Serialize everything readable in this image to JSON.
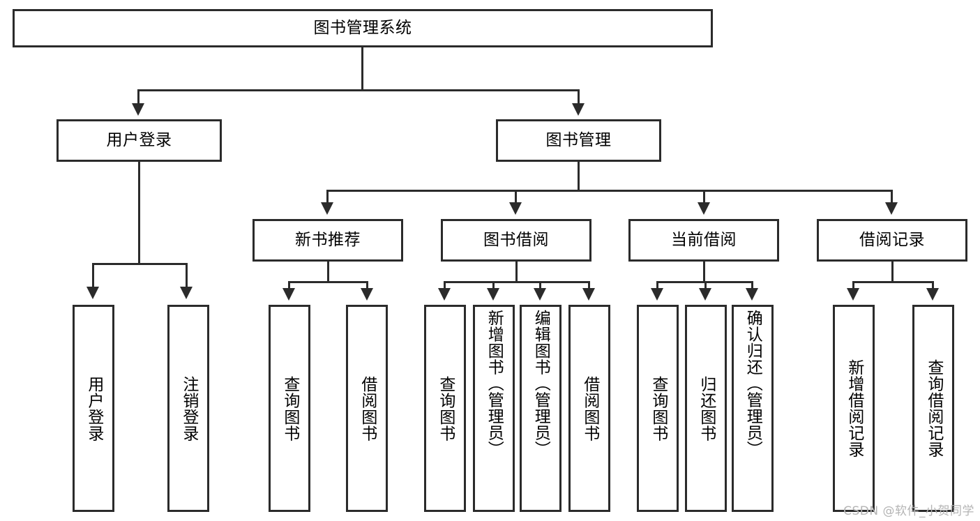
{
  "diagram": {
    "type": "tree-hierarchy",
    "title": "图书管理系统",
    "root": {
      "label": "图书管理系统"
    },
    "level2": [
      {
        "id": "user-login",
        "label": "用户登录"
      },
      {
        "id": "book-manage",
        "label": "图书管理"
      }
    ],
    "level3": [
      {
        "id": "new-book-recommend",
        "label": "新书推荐",
        "parent": "book-manage"
      },
      {
        "id": "book-borrow",
        "label": "图书借阅",
        "parent": "book-manage"
      },
      {
        "id": "current-borrow",
        "label": "当前借阅",
        "parent": "book-manage"
      },
      {
        "id": "borrow-record",
        "label": "借阅记录",
        "parent": "book-manage"
      }
    ],
    "leaves": {
      "user_login": [
        {
          "id": "leaf-user-login",
          "label": "用户登录"
        },
        {
          "id": "leaf-logout-login",
          "label": "注销登录"
        }
      ],
      "new_book_recommend": [
        {
          "id": "leaf-query-book-1",
          "label": "查询图书"
        },
        {
          "id": "leaf-borrow-book-1",
          "label": "借阅图书"
        }
      ],
      "book_borrow": [
        {
          "id": "leaf-query-book-2",
          "label": "查询图书"
        },
        {
          "id": "leaf-add-book",
          "label": "新增图书（管理员）"
        },
        {
          "id": "leaf-edit-book",
          "label": "编辑图书（管理员）"
        },
        {
          "id": "leaf-borrow-book-2",
          "label": "借阅图书"
        }
      ],
      "current_borrow": [
        {
          "id": "leaf-query-book-3",
          "label": "查询图书"
        },
        {
          "id": "leaf-return-book",
          "label": "归还图书"
        },
        {
          "id": "leaf-confirm-return",
          "label": "确认归还（管理员）"
        }
      ],
      "borrow_record": [
        {
          "id": "leaf-add-record",
          "label": "新增借阅记录"
        },
        {
          "id": "leaf-query-record",
          "label": "查询借阅记录"
        }
      ]
    }
  },
  "watermark": {
    "text": "CSDN @软件_小贺同学"
  },
  "colors": {
    "stroke": "#2b2b2b",
    "fill": "#ffffff",
    "text": "#000000",
    "watermark": "#b4b4b4"
  }
}
